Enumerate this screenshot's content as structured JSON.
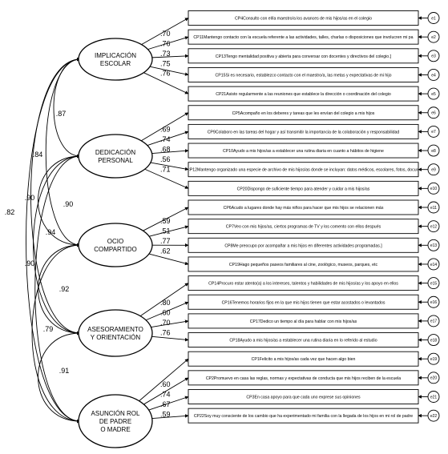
{
  "factors": [
    {
      "id": "F1",
      "label": [
        "IMPLICACIÓN",
        "ESCOLAR"
      ]
    },
    {
      "id": "F2",
      "label": [
        "DEDICACIÓN",
        "PERSONAL"
      ]
    },
    {
      "id": "F3",
      "label": [
        "OCIO",
        "COMPARTIDO"
      ]
    },
    {
      "id": "F4",
      "label": [
        "ASESORAMIENTO",
        "Y ORIENTACIÓN"
      ]
    },
    {
      "id": "F5",
      "label": [
        "ASUNCIÓN ROL",
        "DE PADRE",
        "O MADRE"
      ]
    }
  ],
  "items": [
    {
      "code": "CP4",
      "text": "CP4Consulto con el/la maestro/a los avances de mis hijos/as en el colegio",
      "factor": 0,
      "loading": ".70",
      "error": "e1"
    },
    {
      "code": "CP11",
      "text": "CP11Mantengo contacto con la escuela referente a las actividades, talles, charlas  o disposiciones  que involucren mi pa",
      "factor": 0,
      "loading": ".76",
      "error": "e2"
    },
    {
      "code": "CP13",
      "text": "CP13Tengo mentalidad positiva y abierta para conversar con docentes y directivos del colegio.]",
      "factor": 0,
      "loading": ".73",
      "error": "e3"
    },
    {
      "code": "CP15",
      "text": "CP15Si es necesario, establezco contacto con el maestro/a, las metas y expectativas de mi hijo",
      "factor": 0,
      "loading": ".75",
      "error": "e4"
    },
    {
      "code": "CP21",
      "text": "CP21Asisto regularmente a las reuniones que establece la dirección o coordinación del colegio",
      "factor": 0,
      "loading": ".76",
      "error": "e5"
    },
    {
      "code": "CP5",
      "text": "CP5Acompaño en los deberes y tareas que les envían del colegio a mis hijos",
      "factor": 1,
      "loading": ".69",
      "error": "e6"
    },
    {
      "code": "CP9",
      "text": "CP9Colaboro en las tareas del hogar y así  transmitir la importancia de la colaboración y responsabilidad",
      "factor": 1,
      "loading": ".74",
      "error": "e7"
    },
    {
      "code": "CP10",
      "text": "CP10Ayudo a mis hijos/as a establecer una rutina diaria en cuanto a hábitos de higiene",
      "factor": 1,
      "loading": ".68",
      "error": "e8"
    },
    {
      "code": "CP12",
      "text": "CP12Mantengo organizado una especie de archivo de mis hijos/as donde se incluyan: datos médicos, escolares, fotos, docum",
      "factor": 1,
      "loading": ".56",
      "error": "e9"
    },
    {
      "code": "CP20",
      "text": "CP20Dispongo de suficiente tiempo para atender y cuidar a mis hijos/as",
      "factor": 1,
      "loading": ".71",
      "error": "e10"
    },
    {
      "code": "CP6",
      "text": "CP6Acudo a lugares donde hay más niños para hacer que mis hijos se relacionen más",
      "factor": 2,
      "loading": ".59",
      "error": "e11"
    },
    {
      "code": "CP7",
      "text": "CP7Veo con mis hijos/as, ciertos programas de TV y los comento con ellos después",
      "factor": 2,
      "loading": ".51",
      "error": "e12"
    },
    {
      "code": "CP8",
      "text": "CP8Me preocupo por acompañar a mis hijos en diferentes actividades programadas.]",
      "factor": 2,
      "loading": ".77",
      "error": "e13"
    },
    {
      "code": "CP19",
      "text": "CP19Hago pequeños paseos familiares al cine, zoológico, museos, parques, etc",
      "factor": 2,
      "loading": ".62",
      "error": "e14"
    },
    {
      "code": "CP14",
      "text": "CP14Procuro estar atento(a) a los intereses, talentos y habilidades de mis hijos/as y los apoyo en ellos",
      "factor": 3,
      "loading": ".80",
      "error": "e15"
    },
    {
      "code": "CP16",
      "text": "CP16Tenemos horarios fijos en la que mis hijos tienen que estar acostados o levantados",
      "factor": 3,
      "loading": ".60",
      "error": "e16"
    },
    {
      "code": "CP17",
      "text": "CP17Dedico un tiempo al día para hablar con mis hijos/as",
      "factor": 3,
      "loading": ".70",
      "error": "e17"
    },
    {
      "code": "CP18",
      "text": "CP18Ayudo a mis hijos/as a establecer una rutina diaria en lo referido al estudio",
      "factor": 3,
      "loading": ".76",
      "error": "e18"
    },
    {
      "code": "CP1",
      "text": "CP1Felicito a mis hijos/as cada vez que hacen algo bien",
      "factor": 4,
      "loading": ".60",
      "error": "e19"
    },
    {
      "code": "CP2",
      "text": "CP2Promuevo en casa las reglas, normas y expectativas de conducta que mis hijos reciben de la escuela",
      "factor": 4,
      "loading": ".74",
      "error": "e20"
    },
    {
      "code": "CP3",
      "text": "CP3En casa apoyo para que cada uno exprese sus opiniones",
      "factor": 4,
      "loading": ".67",
      "error": "e21"
    },
    {
      "code": "CP22",
      "text": "CP22Soy muy consciente de los cambio que ha experimentado mi familia con la llegada de los hijos en mi rol de padre",
      "factor": 4,
      "loading": ".59",
      "error": "e22"
    }
  ],
  "correlations": [
    {
      "from": 0,
      "to": 1,
      "value": ".87"
    },
    {
      "from": 0,
      "to": 2,
      "value": ".84"
    },
    {
      "from": 1,
      "to": 2,
      "value": ".90"
    },
    {
      "from": 0,
      "to": 3,
      "value": ".90"
    },
    {
      "from": 1,
      "to": 3,
      "value": ".94"
    },
    {
      "from": 2,
      "to": 3,
      "value": ".92"
    },
    {
      "from": 0,
      "to": 4,
      "value": ".82"
    },
    {
      "from": 1,
      "to": 4,
      "value": ".90"
    },
    {
      "from": 2,
      "to": 4,
      "value": ".79"
    },
    {
      "from": 3,
      "to": 4,
      "value": ".91"
    }
  ]
}
